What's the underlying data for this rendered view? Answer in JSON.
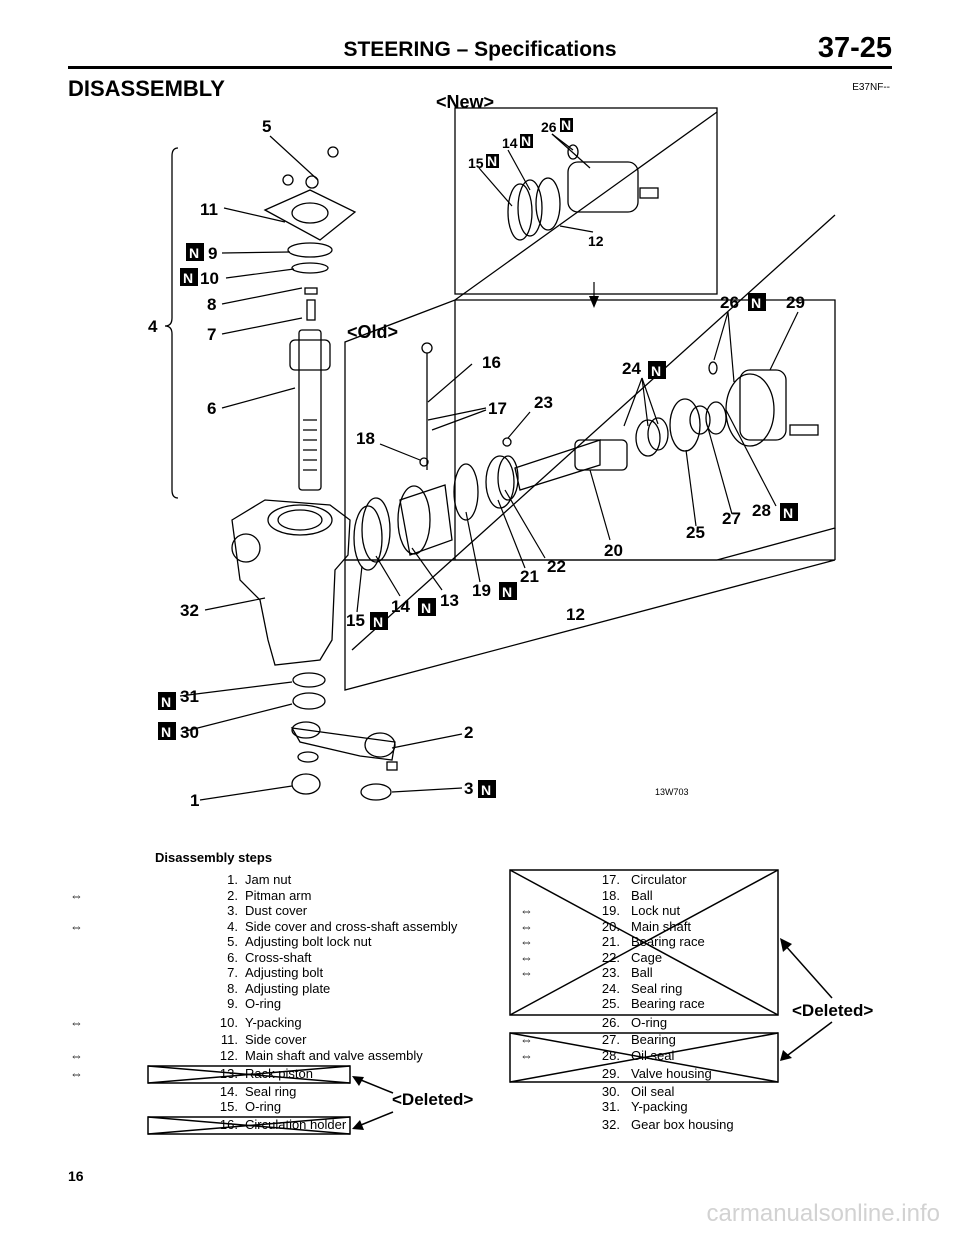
{
  "header": {
    "title": "STEERING – Specifications",
    "page_ref": "37-25"
  },
  "section": {
    "title": "DISASSEMBLY",
    "code": "E37NF--"
  },
  "diagram": {
    "new_label": "<New>",
    "old_label": "<Old>",
    "figure_code": "13W703",
    "callouts": [
      "1",
      "2",
      "3",
      "4",
      "5",
      "6",
      "7",
      "8",
      "9",
      "10",
      "11",
      "12",
      "12",
      "13",
      "14",
      "14",
      "15",
      "15",
      "16",
      "17",
      "18",
      "19",
      "20",
      "21",
      "22",
      "23",
      "24",
      "25",
      "26",
      "26",
      "27",
      "28",
      "29",
      "30",
      "31",
      "32"
    ],
    "n_mark": "N"
  },
  "steps": {
    "title": "Disassembly steps",
    "arrow": "⇔",
    "left": [
      {
        "no": "1.",
        "name": "Jam nut",
        "arrow": false
      },
      {
        "no": "2.",
        "name": "Pitman arm",
        "arrow": true
      },
      {
        "no": "3.",
        "name": "Dust cover",
        "arrow": false
      },
      {
        "no": "4.",
        "name": "Side cover and cross-shaft assembly",
        "arrow": true
      },
      {
        "no": "5.",
        "name": "Adjusting bolt lock nut",
        "arrow": false
      },
      {
        "no": "6.",
        "name": "Cross-shaft",
        "arrow": false
      },
      {
        "no": "7.",
        "name": "Adjusting bolt",
        "arrow": false
      },
      {
        "no": "8.",
        "name": "Adjusting plate",
        "arrow": false
      },
      {
        "no": "9.",
        "name": "O-ring",
        "arrow": false
      },
      {
        "no": "10.",
        "name": "Y-packing",
        "arrow": true
      },
      {
        "no": "11.",
        "name": "Side cover",
        "arrow": false
      },
      {
        "no": "12.",
        "name": "Main shaft and valve assembly",
        "arrow": true
      },
      {
        "no": "13.",
        "name": "Rack piston",
        "arrow": true
      },
      {
        "no": "14.",
        "name": "Seal ring",
        "arrow": false
      },
      {
        "no": "15.",
        "name": "O-ring",
        "arrow": false
      },
      {
        "no": "16.",
        "name": "Circulation holder",
        "arrow": false
      }
    ],
    "right": [
      {
        "no": "17.",
        "name": "Circulator",
        "arrow": false
      },
      {
        "no": "18.",
        "name": "Ball",
        "arrow": false
      },
      {
        "no": "19.",
        "name": "Lock nut",
        "arrow": true
      },
      {
        "no": "20.",
        "name": "Main shaft",
        "arrow": true
      },
      {
        "no": "21.",
        "name": "Bearing race",
        "arrow": true
      },
      {
        "no": "22.",
        "name": "Cage",
        "arrow": true
      },
      {
        "no": "23.",
        "name": "Ball",
        "arrow": true
      },
      {
        "no": "24.",
        "name": "Seal ring",
        "arrow": false
      },
      {
        "no": "25.",
        "name": "Bearing race",
        "arrow": false
      },
      {
        "no": "26.",
        "name": "O-ring",
        "arrow": false
      },
      {
        "no": "27.",
        "name": "Bearing",
        "arrow": true
      },
      {
        "no": "28.",
        "name": "Oil seal",
        "arrow": true
      },
      {
        "no": "29.",
        "name": "Valve housing",
        "arrow": false
      },
      {
        "no": "30.",
        "name": "Oil seal",
        "arrow": false
      },
      {
        "no": "31.",
        "name": "Y-packing",
        "arrow": false
      },
      {
        "no": "32.",
        "name": "Gear box housing",
        "arrow": false
      }
    ],
    "deleted_label": "<Deleted>"
  },
  "footer": {
    "page_number": "16"
  },
  "watermark": "carmanualsonline.info"
}
